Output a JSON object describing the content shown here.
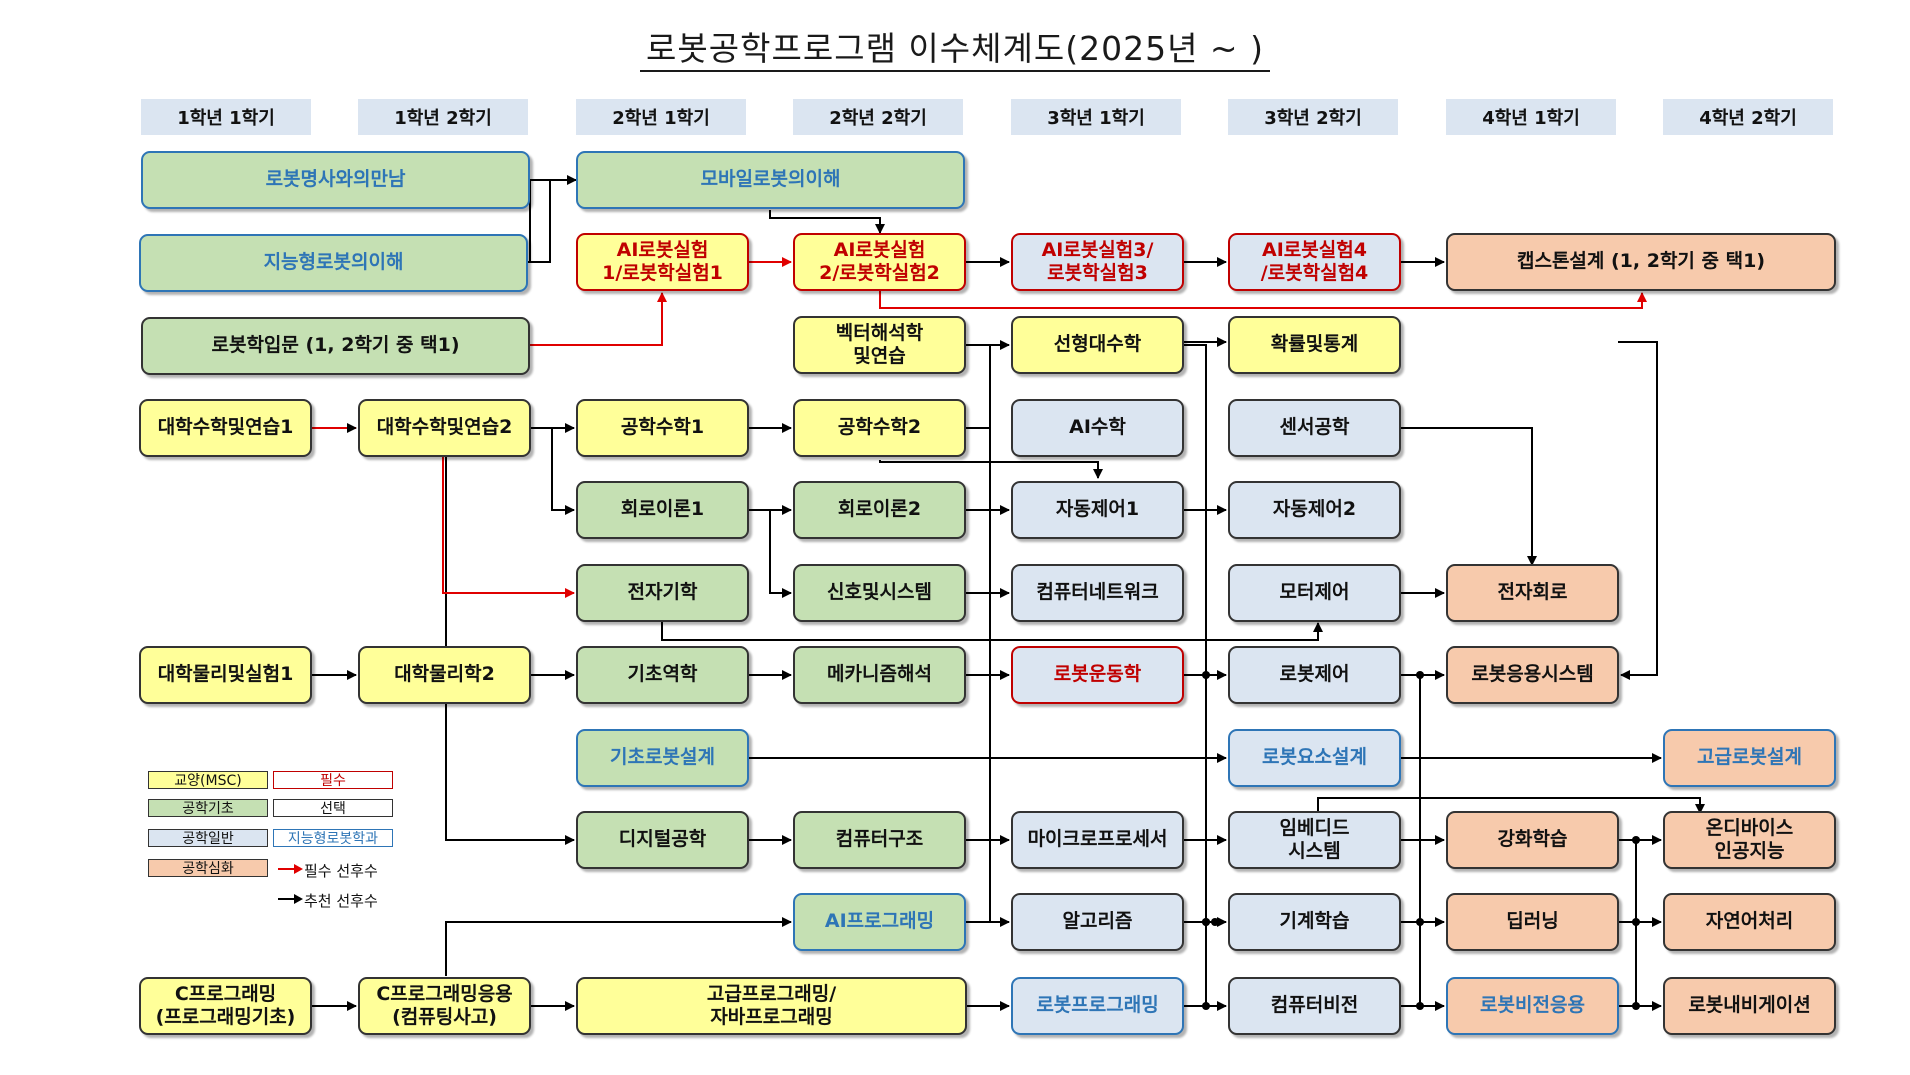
{
  "title": "로봇공학프로그램 이수체계도(2025년 ~    )",
  "semesters": [
    "1학년 1학기",
    "1학년 2학기",
    "2학년 1학기",
    "2학년 2학기",
    "3학년 1학기",
    "3학년 2학기",
    "4학년 1학기",
    "4학년 2학기"
  ],
  "courses": {
    "c01": "로봇명사와의만남",
    "c02": "지능형로봇의이해",
    "c03": "로봇학입문 (1, 2학기 중 택1)",
    "c04": "모바일로봇의이해",
    "c05": "AI로봇실험\n1/로봇학실험1",
    "c06": "AI로봇실험\n2/로봇학실험2",
    "c07": "AI로봇실험3/\n로봇학실험3",
    "c08": "AI로봇실험4\n/로봇학실험4",
    "c09": "캡스톤설계 (1, 2학기 중 택1)",
    "c10": "벡터해석학\n및연습",
    "c11": "선형대수학",
    "c12": "확률및통계",
    "c13": "대학수학및연습1",
    "c14": "대학수학및연습2",
    "c15": "공학수학1",
    "c16": "공학수학2",
    "c17": "AI수학",
    "c18": "센서공학",
    "c19": "회로이론1",
    "c20": "회로이론2",
    "c21": "자동제어1",
    "c22": "자동제어2",
    "c23": "전자기학",
    "c24": "신호및시스템",
    "c25": "컴퓨터네트워크",
    "c26": "모터제어",
    "c27": "전자회로",
    "c28": "대학물리및실험1",
    "c29": "대학물리학2",
    "c30": "기초역학",
    "c31": "메카니즘해석",
    "c32": "로봇운동학",
    "c33": "로봇제어",
    "c34": "로봇응용시스템",
    "c35": "기초로봇설계",
    "c36": "로봇요소설계",
    "c37": "고급로봇설계",
    "c38": "디지털공학",
    "c39": "컴퓨터구조",
    "c40": "마이크로프로세서",
    "c41": "임베디드\n시스템",
    "c42": "강화학습",
    "c43": "온디바이스\n인공지능",
    "c44": "AI프로그래밍",
    "c45": "알고리즘",
    "c46": "기계학습",
    "c47": "딥러닝",
    "c48": "자연어처리",
    "c49": "C프로그래밍\n(프로그래밍기초)",
    "c50": "C프로그래밍응용\n(컴퓨팅사고)",
    "c51": "고급프로그래밍/\n자바프로그래밍",
    "c52": "로봇프로그래밍",
    "c53": "컴퓨터비전",
    "c54": "로봇비전응용",
    "c55": "로봇내비게이션"
  },
  "legend": {
    "msc": "교양(MSC)",
    "basic": "공학기초",
    "general": "공학일반",
    "advanced": "공학심화",
    "required": "필수",
    "elective": "선택",
    "dept": "지능형로봇학과",
    "req_prereq": "필수 선후수",
    "rec_prereq": "추천 선후수"
  },
  "colors": {
    "msc": "#ffff99",
    "basic": "#c5e0b3",
    "general": "#dbe5f1",
    "advanced": "#f7caac",
    "required": "#c00000",
    "dept": "#2e75b6"
  }
}
